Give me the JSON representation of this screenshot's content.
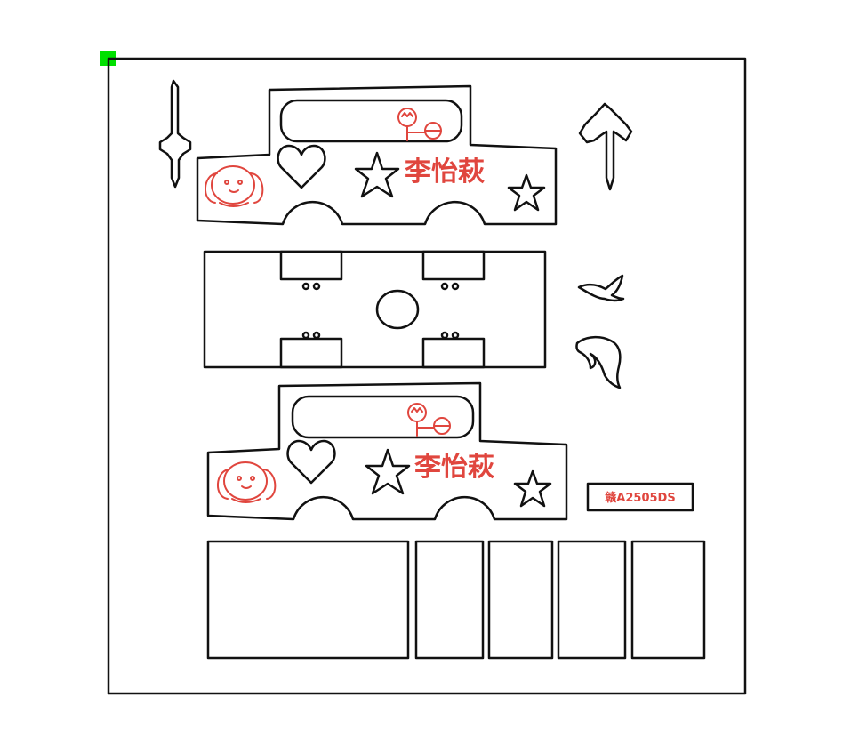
{
  "colors": {
    "cut_line": "#111111",
    "engrave": "#e0463e",
    "origin_marker": "#00e000",
    "background": "#ffffff"
  },
  "car_upper": {
    "name_text": "李怡萩"
  },
  "car_lower": {
    "name_text": "李怡萩"
  },
  "plate": {
    "text": "赣A2505DS"
  },
  "icons": [
    "sword-icon",
    "pixel-arrow-up-icon",
    "bird-icon",
    "dolphin-icon",
    "heart-icon",
    "star-icon",
    "bunny-icon",
    "cartoon-face-icon"
  ]
}
